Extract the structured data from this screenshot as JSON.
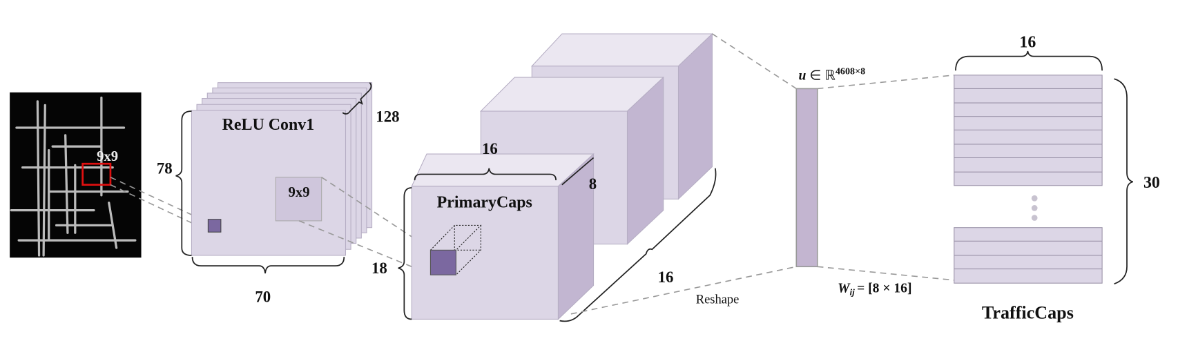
{
  "input_image": {
    "kernel_label": "9x9",
    "box_color": "#e01010"
  },
  "conv1": {
    "title": "ReLU Conv1",
    "kernel_label": "9x9",
    "height": "78",
    "width": "70",
    "depth": "128"
  },
  "primary_caps": {
    "title": "PrimaryCaps",
    "width": "16",
    "depth": "8",
    "height": "18",
    "count": "16"
  },
  "reshape": {
    "label": "Reshape"
  },
  "u_vector": {
    "symbol": "u",
    "in": "∈",
    "set": "ℝ",
    "dims": "4608×8"
  },
  "weights": {
    "symbol": "W",
    "subscript": "ij",
    "value": "= [8 × 16]"
  },
  "traffic_caps": {
    "title": "TrafficCaps",
    "width": "16",
    "count": "30"
  },
  "colors": {
    "face": "#dcd6e6",
    "side": "#c2b6d1",
    "accent": "#7b68a0"
  }
}
